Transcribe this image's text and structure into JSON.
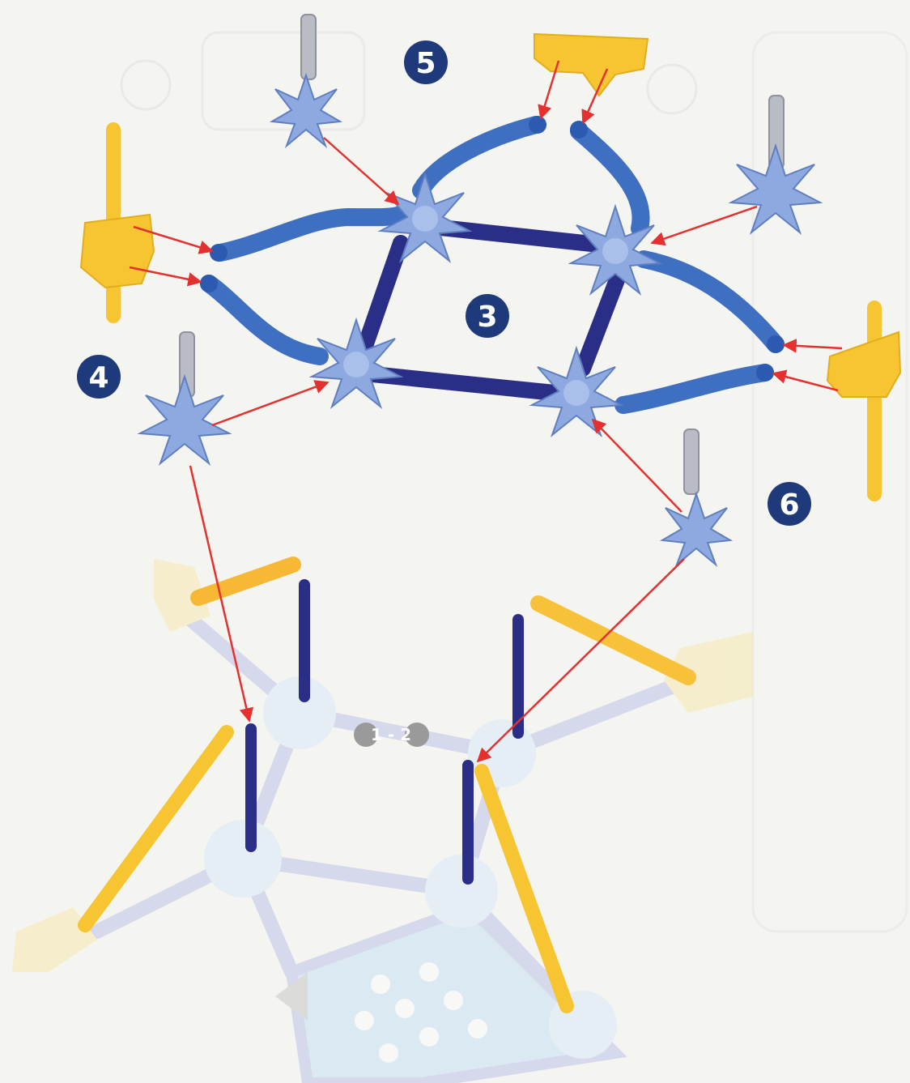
{
  "steps": {
    "three": "3",
    "four": "4",
    "five": "5",
    "six": "6",
    "previous": "1 - 2"
  },
  "colors": {
    "background": "#f4f4f1",
    "yellow": "#f7c531",
    "light_blue_connector": "#8ea9e0",
    "blue_rod": "#3f6fc0",
    "dark_blue_rod": "#2b2e86",
    "grey_rod": "#b9bcc4",
    "arrow": "#e53030",
    "step_badge": "#1f3a7a"
  }
}
